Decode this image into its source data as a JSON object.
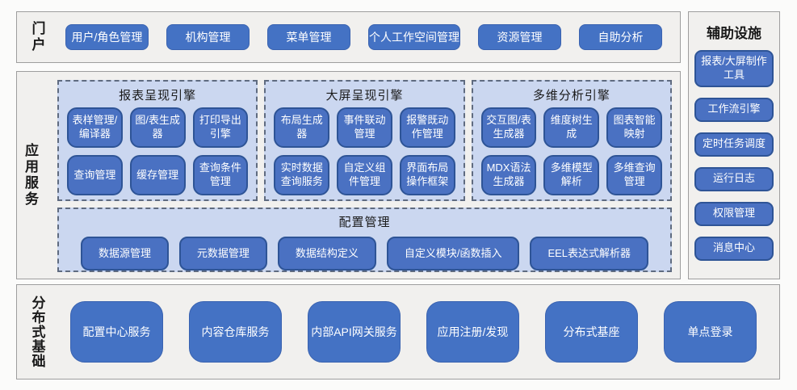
{
  "colors": {
    "node_fill": "#4472C4",
    "node_border": "#2E5496",
    "panel_fill": "#CBD7F0",
    "section_fill": "#F1F0EE",
    "section_border": "#9E9E9E"
  },
  "portal": {
    "label": "门户",
    "buttons": [
      "用户/角色管理",
      "机构管理",
      "菜单管理",
      "个人工作空间管理",
      "资源管理",
      "自助分析"
    ]
  },
  "app_services": {
    "label": "应用服务",
    "engines": [
      {
        "title": "报表呈现引擎",
        "buttons": [
          "表样管理/编译器",
          "图/表生成器",
          "打印导出引擎",
          "查询管理",
          "缓存管理",
          "查询条件管理"
        ]
      },
      {
        "title": "大屏呈现引擎",
        "buttons": [
          "布局生成器",
          "事件联动管理",
          "报警既动作管理",
          "实时数据查询服务",
          "自定义组件管理",
          "界面布局操作框架"
        ]
      },
      {
        "title": "多维分析引擎",
        "buttons": [
          "交互图/表生成器",
          "维度树生成",
          "图表智能映射",
          "MDX语法生成器",
          "多维模型解析",
          "多维查询管理"
        ]
      }
    ],
    "config": {
      "title": "配置管理",
      "buttons": [
        "数据源管理",
        "元数据管理",
        "数据结构定义",
        "自定义模块/函数插入",
        "EEL表达式解析器"
      ]
    }
  },
  "auxiliary": {
    "title": "辅助设施",
    "buttons": [
      "报表/大屏制作工具",
      "工作流引擎",
      "定时任务调度",
      "运行日志",
      "权限管理",
      "消息中心"
    ]
  },
  "foundation": {
    "label": "分布式基础",
    "buttons": [
      "配置中心服务",
      "内容仓库服务",
      "内部API网关服务",
      "应用注册/发现",
      "分布式基座",
      "单点登录"
    ]
  }
}
